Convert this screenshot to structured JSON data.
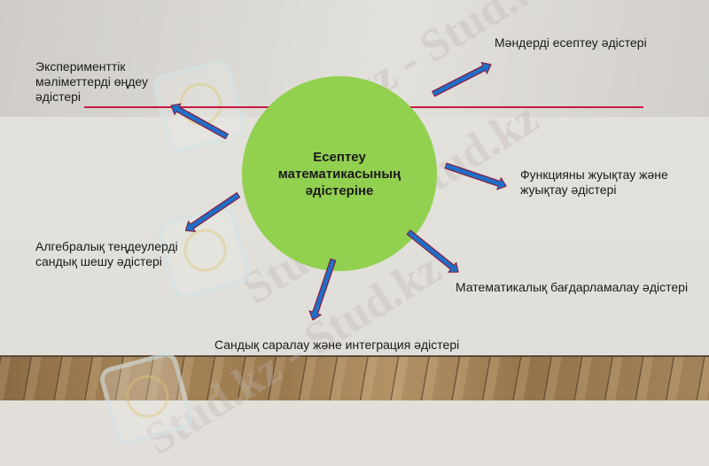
{
  "slide": {
    "center": {
      "text": "Есептеу математикасының әдістеріне",
      "line1": "Есептеу",
      "line2": "математикасының",
      "line3": "әдістеріне",
      "color": "#92d050"
    },
    "branches": [
      {
        "id": "experimental-data",
        "text": "Эксперименттік\nмәліметтерді өңдеу\nәдістері"
      },
      {
        "id": "value-computation",
        "text": "Мәндерді есептеу әдістері"
      },
      {
        "id": "function-approximation",
        "text": "Функцияны жуықтау және\nжуықтау әдістері"
      },
      {
        "id": "math-programming",
        "text": "Математикалық бағдарламалау әдістері"
      },
      {
        "id": "numerical-diff-integration",
        "text": "Сандық саралау және интеграция әдістері"
      },
      {
        "id": "algebraic-equations",
        "text": "Алгебралық теңдеулерді\nсандық шешу әдістері"
      }
    ],
    "watermark": "Stud.kz - Stud.kz",
    "colors": {
      "arrow_fill": "#1f6fc8",
      "arrow_stroke": "#8b1a3a",
      "divider_line": "#c8193f",
      "background": "#e2dfda"
    }
  }
}
